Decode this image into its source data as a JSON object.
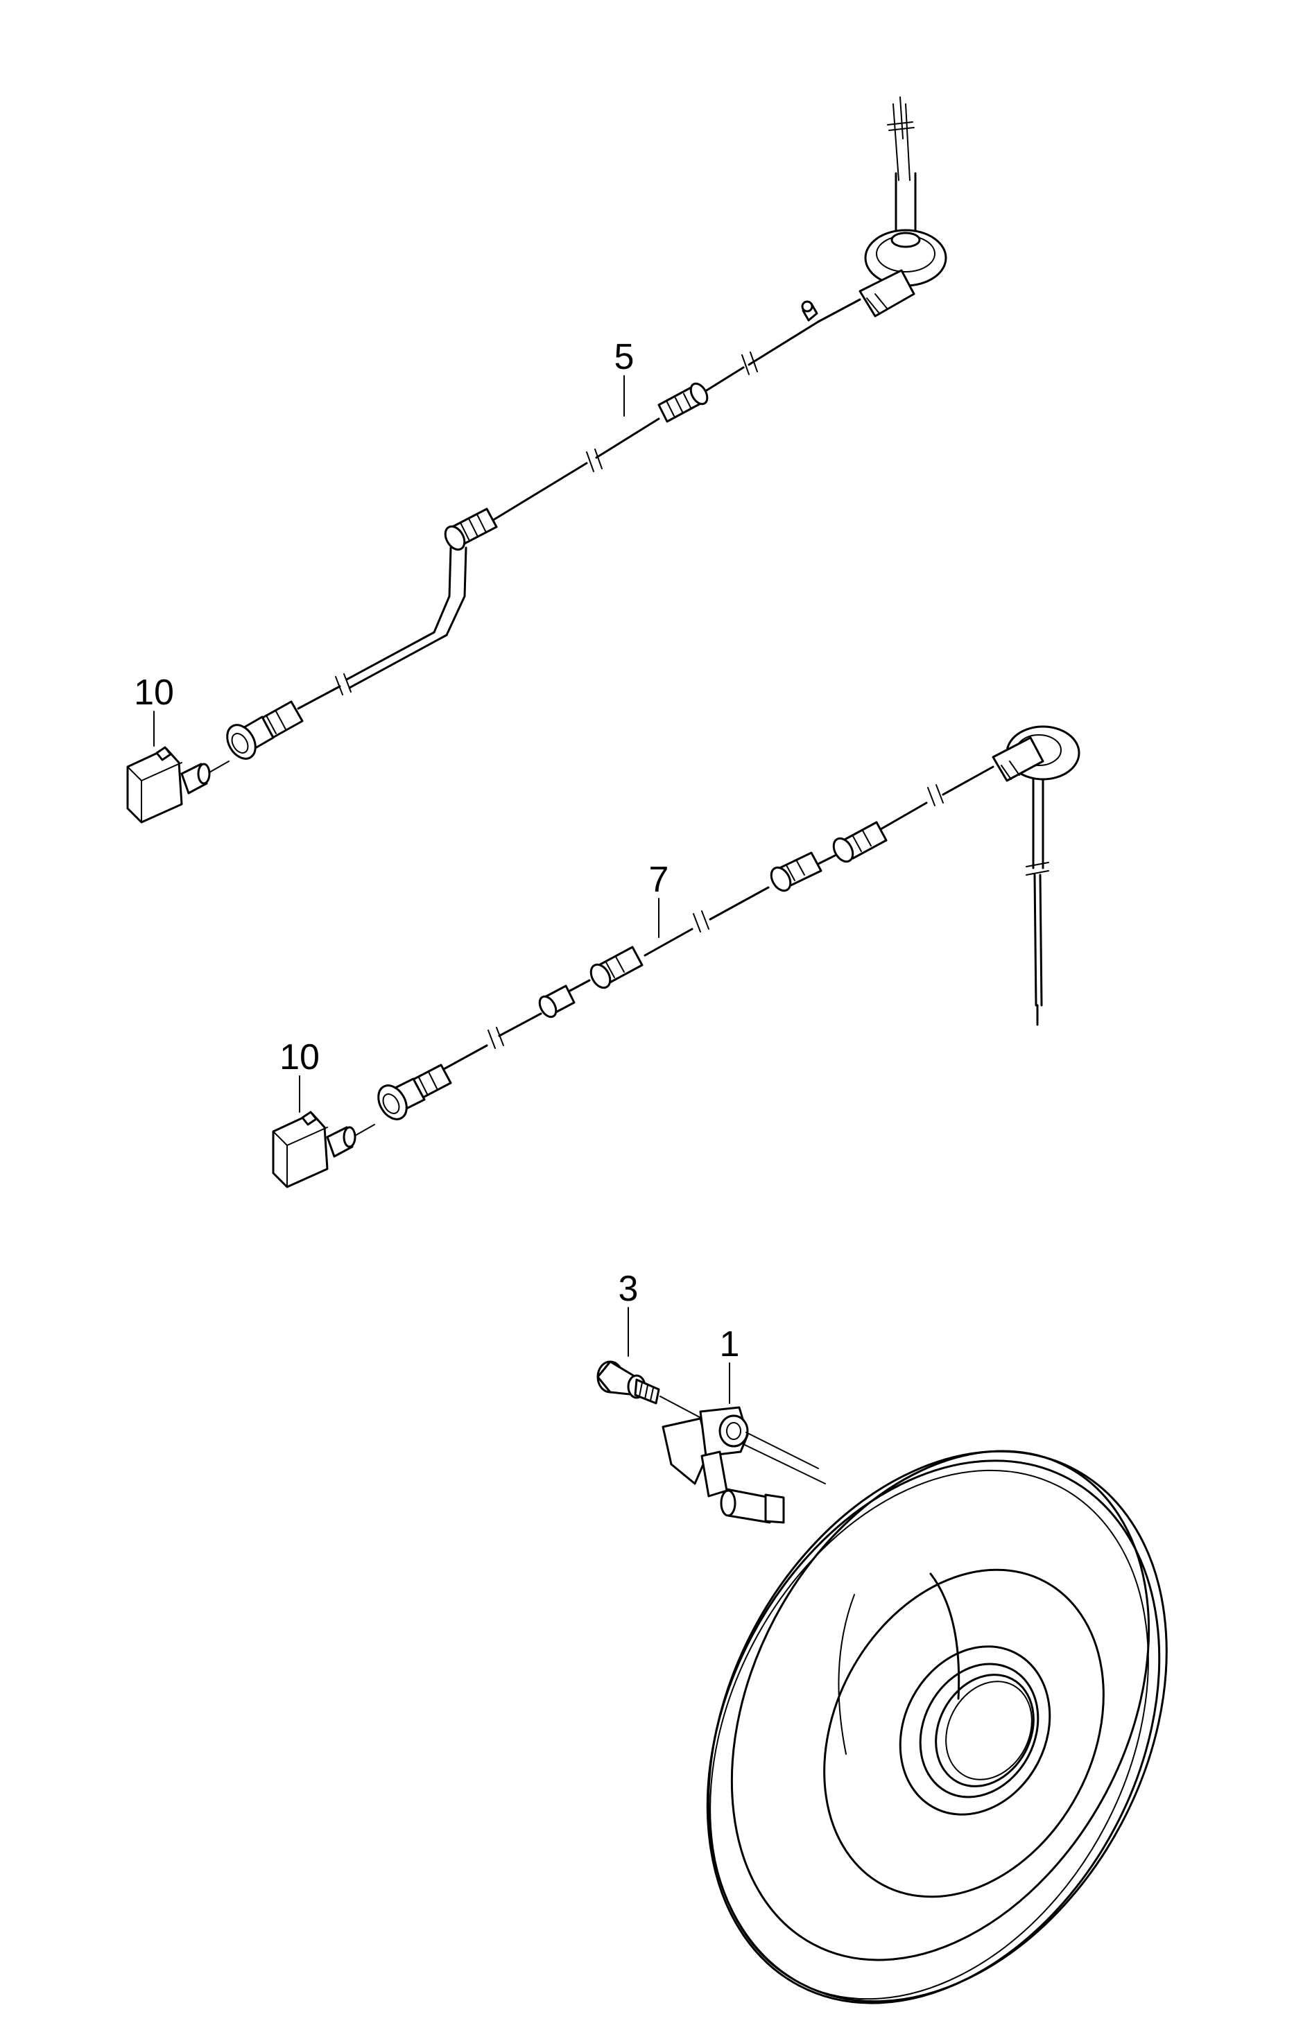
{
  "diagram": {
    "callouts": {
      "wire_upper": "5",
      "wire_lower": "7",
      "connector_upper": "10",
      "connector_lower": "10",
      "bolt": "3",
      "sensor": "1"
    },
    "colors": {
      "line": "#000000",
      "background": "#ffffff"
    }
  }
}
